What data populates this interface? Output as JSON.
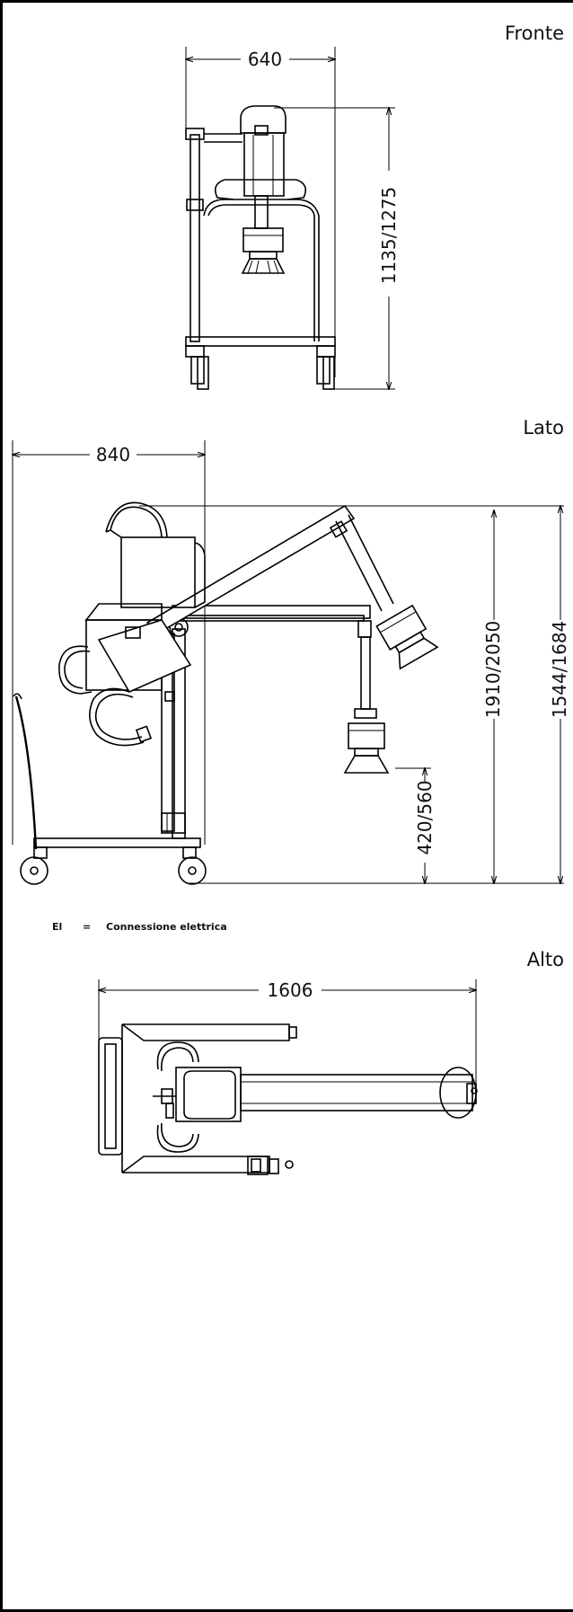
{
  "views": {
    "front": {
      "title": "Fronte",
      "width_dim": "640",
      "height_dim": "1135/1275"
    },
    "side": {
      "title": "Lato",
      "width_dim": "840",
      "height_dim_a": "1910/2050",
      "height_dim_b": "1544/1684",
      "height_dim_c": "420/560"
    },
    "top": {
      "title": "Alto",
      "length_dim": "1606"
    }
  },
  "legend": {
    "code": "El",
    "equals": "=",
    "description": "Connessione elettrica"
  }
}
